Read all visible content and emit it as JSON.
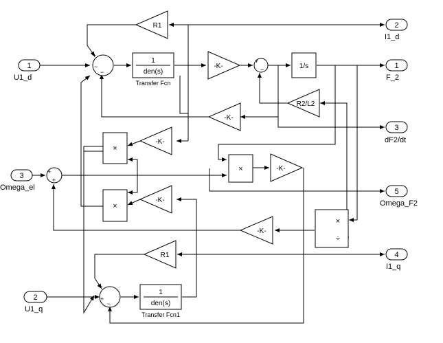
{
  "ports": {
    "in1": {
      "num": "1",
      "label": "U1_d"
    },
    "in2": {
      "num": "2",
      "label": "U1_q"
    },
    "in3": {
      "num": "3",
      "label": "Omega_el"
    },
    "out1": {
      "num": "1",
      "label": "F_2"
    },
    "out2": {
      "num": "2",
      "label": "I1_d"
    },
    "out3": {
      "num": "3",
      "label": "dF2/dt"
    },
    "out4": {
      "num": "4",
      "label": "I1_q"
    },
    "out5": {
      "num": "5",
      "label": "Omega_F2"
    }
  },
  "blocks": {
    "tf1": {
      "num": "1",
      "den": "den(s)",
      "name": "Transfer Fcn"
    },
    "tf2": {
      "num": "1",
      "den": "den(s)",
      "name": "Transfer Fcn1"
    },
    "integrator": "1/s",
    "gain_r1_top": "R1",
    "gain_r1_bottom": "R1",
    "gain_r2l2": "R2/L2",
    "gain_k": "-K-",
    "product_symbol": "×",
    "divide_symbol": "÷",
    "sum_plus": "+",
    "sum_minus": "−"
  }
}
